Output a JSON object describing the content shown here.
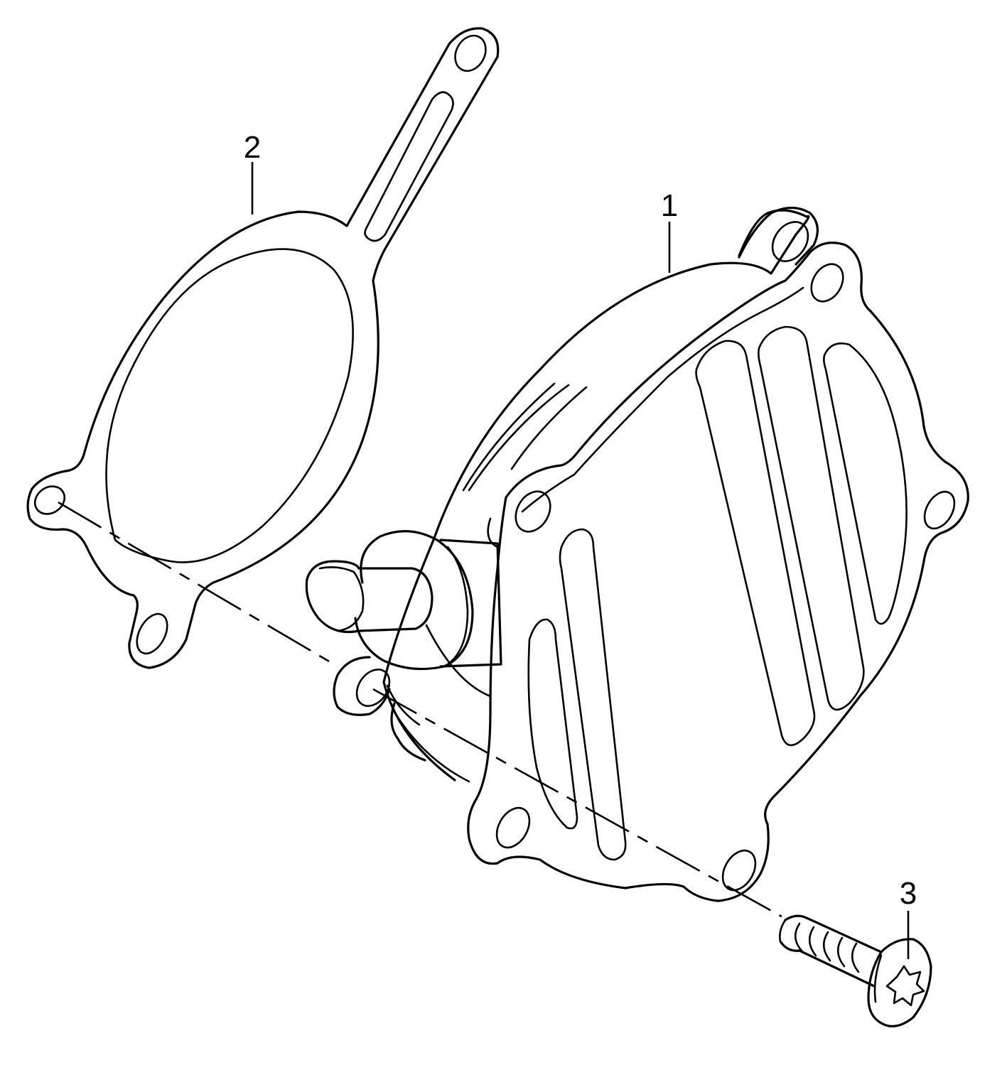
{
  "diagram": {
    "colors": {
      "line": "#000000",
      "background": "#ffffff"
    },
    "callouts": [
      {
        "id": "1",
        "label": "1"
      },
      {
        "id": "2",
        "label": "2"
      },
      {
        "id": "3",
        "label": "3"
      }
    ]
  }
}
